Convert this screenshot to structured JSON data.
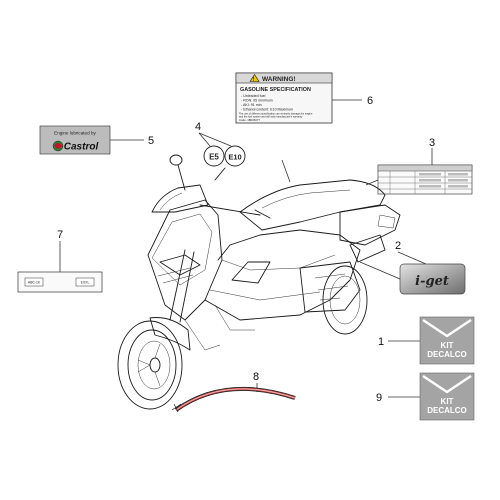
{
  "callouts": {
    "n1": "1",
    "n2": "2",
    "n3": "3",
    "n4": "4",
    "n5": "5",
    "n6": "6",
    "n7": "7",
    "n8": "8",
    "n9": "9"
  },
  "castrol_label": {
    "line1": "Engine lubricated by",
    "brand": "Castrol"
  },
  "emission_labels": {
    "e5": "E5",
    "e10": "E10"
  },
  "warning_label": {
    "title": "WARNING!",
    "heading": "GASOLINE SPECIFICATION",
    "lines": [
      "- Unleaded fuel",
      "- RON: 95 minimum",
      "- AKI: 91 min",
      "- Ethanol content: E10 Maximum",
      "The use of different specification can seriously damage the engine",
      "and the fuel system and will void manufacturer's warranty",
      "Code: 1B006077"
    ]
  },
  "brand_decal": {
    "text": "i-get"
  },
  "kit_decal_1": {
    "line1": "KIT",
    "line2": "DECALCO"
  },
  "kit_decal_2": {
    "line1": "KIT",
    "line2": "DECALCO"
  },
  "small_label_7": {
    "left": "ABC-1K",
    "right": "EXXL"
  },
  "colors": {
    "line": "#1a1a1a",
    "grey_label": "#a9a9a9",
    "warning_yellow": "#e8c400",
    "castrol_green": "#2f7d32",
    "castrol_red": "#c8102e",
    "kit_grey": "#a4a4a4"
  }
}
